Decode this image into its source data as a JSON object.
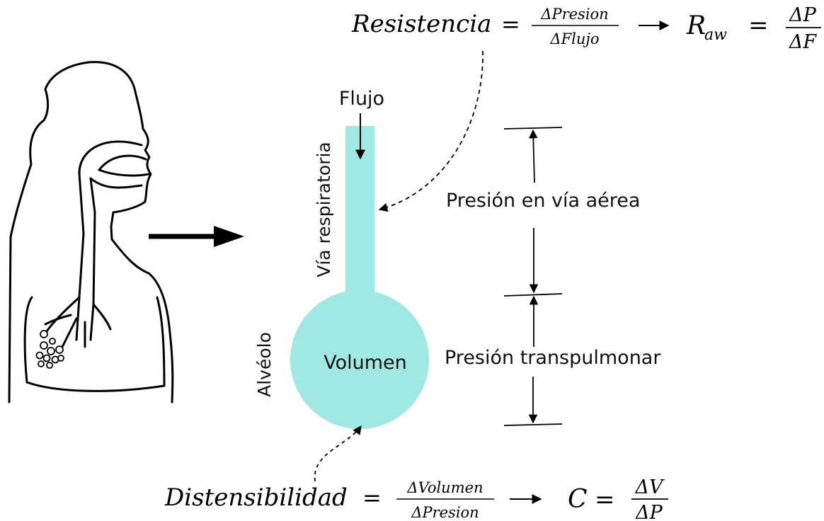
{
  "labels": {
    "flow": "Flujo",
    "airway": "Vía respiratoria",
    "alveolus": "Alvéolo",
    "volume": "Volumen",
    "airway_pressure": "Presión en vía aérea",
    "transpulmonary_pressure": "Presión transpulmonar"
  },
  "resistance_formula": {
    "lhs": "Resistencia",
    "eq": "=",
    "num": "ΔPresion",
    "den": "ΔFlujo",
    "symbol": "R",
    "symbol_sub": "aw",
    "eq2": "=",
    "short_num": "ΔP",
    "short_den": "ΔF"
  },
  "compliance_formula": {
    "lhs": "Distensibilidad",
    "eq": "=",
    "num": "ΔVolumen",
    "den": "ΔPresion",
    "symbol": "C",
    "eq2": "=",
    "short_num": "ΔV",
    "short_den": "ΔP"
  },
  "colors": {
    "model_fill": "#9fe9e2",
    "line": "#000000"
  }
}
